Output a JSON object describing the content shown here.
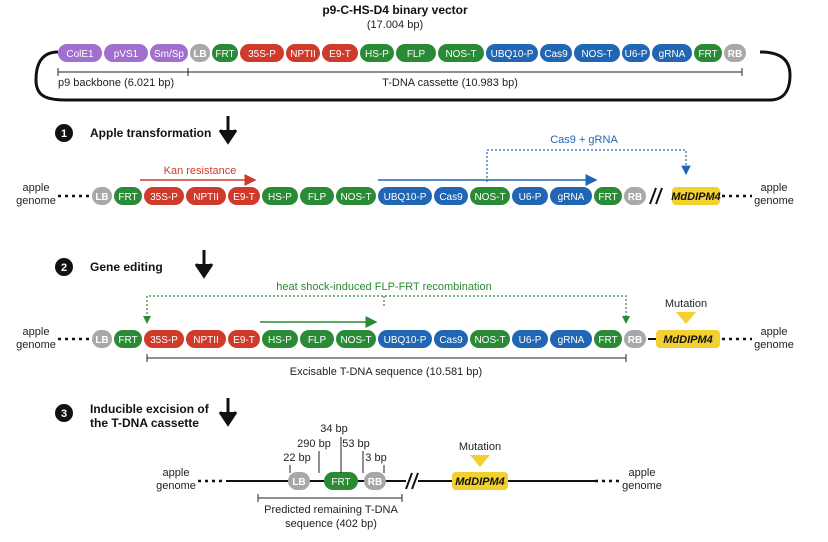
{
  "title": "p9-C-HS-D4 binary vector",
  "title_size": "(17.004 bp)",
  "colors": {
    "purple": "#a06fd0",
    "red": "#cf3a2a",
    "green": "#2a8a35",
    "blue": "#2166b3",
    "gray": "#a8a8a8",
    "yellow": "#f3cf2f",
    "arrow_red": "#cf3a2a",
    "arrow_green": "#2a8a35",
    "arrow_blue": "#2166b3"
  },
  "vector": {
    "segments": [
      "ColE1",
      "pVS1",
      "Sm/Sp",
      "LB",
      "FRT",
      "35S-P",
      "NPTII",
      "E9-T",
      "HS-P",
      "FLP",
      "NOS-T",
      "UBQ10-P",
      "Cas9",
      "NOS-T",
      "U6-P",
      "gRNA",
      "FRT",
      "RB"
    ],
    "backbone_label": "p9 backbone (6.021 bp)",
    "cassette_label": "T-DNA cassette (10.983 bp)"
  },
  "steps": [
    {
      "number": "1",
      "label": "Apple transformation"
    },
    {
      "number": "2",
      "label": "Gene editing"
    },
    {
      "number": "3",
      "label_line1": "Inducible excision of",
      "label_line2": "the T-DNA cassette"
    }
  ],
  "genome_left_1": "apple",
  "genome_left_2": "genome",
  "genome_right_1": "apple",
  "genome_right_2": "genome",
  "row1": {
    "segments": [
      "LB",
      "FRT",
      "35S-P",
      "NPTII",
      "E9-T",
      "HS-P",
      "FLP",
      "NOS-T",
      "UBQ10-P",
      "Cas9",
      "NOS-T",
      "U6-P",
      "gRNA",
      "FRT",
      "RB"
    ],
    "target": "MdDIPM4",
    "kan_label": "Kan resistance",
    "cas9_label": "Cas9 + gRNA"
  },
  "row2": {
    "segments": [
      "LB",
      "FRT",
      "35S-P",
      "NPTII",
      "E9-T",
      "HS-P",
      "FLP",
      "NOS-T",
      "UBQ10-P",
      "Cas9",
      "NOS-T",
      "U6-P",
      "gRNA",
      "FRT",
      "RB"
    ],
    "target": "MdDIPM4",
    "recomb_label": "heat shock-induced FLP-FRT recombination",
    "mutation_label": "Mutation",
    "excisable_label": "Excisable T-DNA sequence  (10.581 bp)"
  },
  "row3": {
    "segments": [
      "LB",
      "FRT",
      "RB"
    ],
    "target": "MdDIPM4",
    "mutation_label": "Mutation",
    "bp_34": "34 bp",
    "bp_290": "290 bp",
    "bp_53": "53 bp",
    "bp_22": "22 bp",
    "bp_3": "3 bp",
    "remaining_line1": "Predicted remaining T-DNA",
    "remaining_line2": "sequence  (402 bp)"
  }
}
